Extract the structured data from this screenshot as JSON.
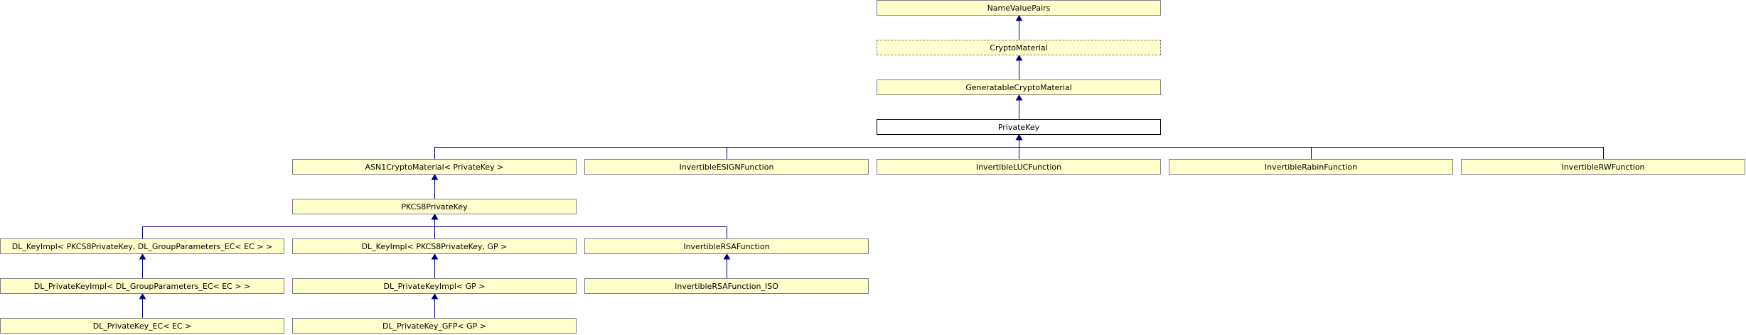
{
  "diagram": {
    "colors": {
      "node_fill": "#ffffcc",
      "node_border": "#7f7f7f",
      "edge": "#00007f",
      "current_border": "#000000",
      "current_fill": "#ffffff"
    },
    "nodes": {
      "namevaluepairs": "NameValuePairs",
      "cryptomaterial": "CryptoMaterial",
      "generatablecryptomaterial": "GeneratableCryptoMaterial",
      "privatekey": "PrivateKey",
      "asn1cryptomaterial": "ASN1CryptoMaterial< PrivateKey >",
      "invertibleesignfunction": "InvertibleESIGNFunction",
      "invertiblelucfunction": "InvertibleLUCFunction",
      "invertiblerabinfunction": "InvertibleRabinFunction",
      "invertiblerwfunction": "InvertibleRWFunction",
      "pkcs8privatekey": "PKCS8PrivateKey",
      "dl_keyimpl_ec": "DL_KeyImpl< PKCS8PrivateKey, DL_GroupParameters_EC< EC > >",
      "dl_keyimpl_gp": "DL_KeyImpl< PKCS8PrivateKey, GP >",
      "invertiblersafunction": "InvertibleRSAFunction",
      "dl_privatekeyimpl_ec": "DL_PrivateKeyImpl< DL_GroupParameters_EC< EC > >",
      "dl_privatekeyimpl_gp": "DL_PrivateKeyImpl< GP >",
      "invertiblersafunction_iso": "InvertibleRSAFunction_ISO",
      "dl_privatekey_ec": "DL_PrivateKey_EC< EC >",
      "dl_privatekey_gfp": "DL_PrivateKey_GFP< GP >"
    }
  }
}
